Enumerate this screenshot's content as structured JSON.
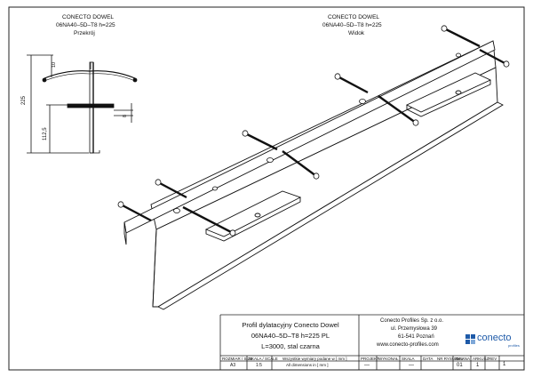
{
  "views": {
    "section": {
      "product": "CONECTO DOWEL",
      "code": "06NA40–5D–T8 h=225",
      "view_name": "Przekrój"
    },
    "isometric": {
      "product": "CONECTO DOWEL",
      "code": "06NA40–5D–T8 h=225",
      "view_name": "Widok"
    }
  },
  "dimensions": {
    "overall_height": "225",
    "lower_height": "112,5",
    "top_gap": "10",
    "thickness": "8"
  },
  "title_block": {
    "title_line1": "Profil dylatacyjny Conecto Dowel",
    "title_line2": "06NA40–5D–T8 h=225 PL",
    "title_line3": "L=3000, stal czarna",
    "company_name": "Conecto Profiles Sp. z o.o.",
    "company_street": "ul. Przemysłowa 39",
    "company_city": "61-541 Poznań",
    "company_web": "www.conecto-profiles.com",
    "logo_text": "conecto",
    "logo_sub": "profiles",
    "row_labels": [
      "PROJEKT",
      "WYKONAŁ",
      "SKALA",
      "DATA",
      "NR RYSUNKU",
      "ZMIANA"
    ],
    "format_label": "ROZMIAR / SIZE",
    "format_value": "A3",
    "scale_label": "SKALA / SCALE",
    "scale_value": "1:5",
    "note_line1": "Wszystkie wymiary podane w [ mm ]",
    "note_line2": "All dimensions in [ mm ]",
    "dash1": "—",
    "dash2": "—",
    "sheet_no": "01",
    "sheet_label": "ARKUSZ",
    "sheet_count": "1",
    "rev_label": "REV",
    "rev_value": "1"
  }
}
